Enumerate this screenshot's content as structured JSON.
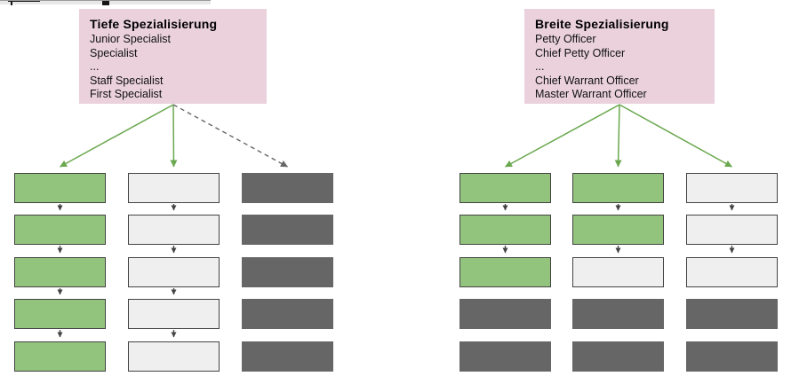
{
  "colors": {
    "pink_header": "#ead1dc",
    "box_green": "#93c47d",
    "box_light": "#efefef",
    "box_dark": "#666666",
    "box_border": "#434343",
    "arrow_green": "#6aa84f",
    "arrow_dashed_gray": "#666666",
    "connector_gray": "#434343"
  },
  "diagrams": [
    {
      "name": "deep-specialization",
      "title": "Tiefe Spezialisierung",
      "items": [
        "Junior Specialist",
        "Specialist",
        "...",
        "Staff Specialist",
        "First Specialist"
      ],
      "fan_arrows": [
        "solid_green",
        "solid_green",
        "dashed_gray"
      ],
      "columns": [
        {
          "cells": [
            "green",
            "green",
            "green",
            "green",
            "green"
          ],
          "connectors": [
            true,
            true,
            true,
            true
          ]
        },
        {
          "cells": [
            "light",
            "light",
            "light",
            "light",
            "light"
          ],
          "connectors": [
            true,
            true,
            true,
            true
          ]
        },
        {
          "cells": [
            "dark",
            "dark",
            "dark",
            "dark",
            "dark"
          ],
          "connectors": [
            false,
            false,
            false,
            false
          ]
        }
      ]
    },
    {
      "name": "broad-specialization",
      "title": "Breite Spezialisierung",
      "items": [
        "Petty Officer",
        "Chief Petty Officer",
        "...",
        "Chief Warrant Officer",
        "Master Warrant Officer"
      ],
      "fan_arrows": [
        "solid_green",
        "solid_green",
        "solid_green"
      ],
      "columns": [
        {
          "cells": [
            "green",
            "green",
            "green",
            "dark",
            "dark"
          ],
          "connectors": [
            true,
            true,
            false,
            false
          ]
        },
        {
          "cells": [
            "green",
            "green",
            "light",
            "dark",
            "dark"
          ],
          "connectors": [
            true,
            true,
            false,
            false
          ]
        },
        {
          "cells": [
            "light",
            "light",
            "light",
            "dark",
            "dark"
          ],
          "connectors": [
            true,
            true,
            false,
            false
          ]
        }
      ]
    }
  ]
}
